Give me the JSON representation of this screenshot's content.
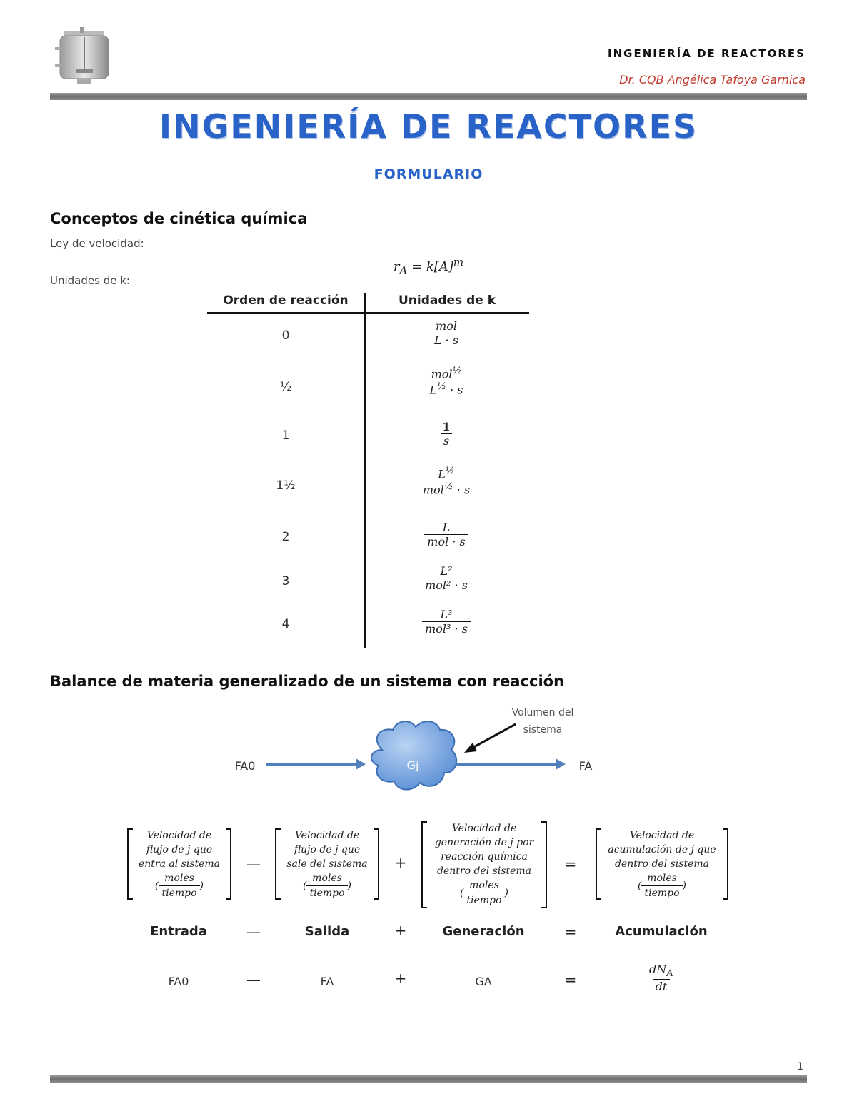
{
  "header": {
    "title": "INGENIERÍA DE REACTORES",
    "author": "Dr. CQB Angélica Tafoya Garnica"
  },
  "document": {
    "main_title": "INGENIERÍA DE REACTORES",
    "subtitle": "FORMULARIO"
  },
  "section1": {
    "heading": "Conceptos de cinética química",
    "law_label": "Ley de velocidad:",
    "rate_equation": "r_A = k[A]^m",
    "units_label": "Unidades de k:",
    "table": {
      "col1": "Orden de reacción",
      "col2": "Unidades de k",
      "rows": [
        {
          "order": "0",
          "num": "mol",
          "den": "L · s"
        },
        {
          "order": "½",
          "num": "mol^½",
          "den": "L^½ · s"
        },
        {
          "order": "1",
          "num": "1",
          "den": "s"
        },
        {
          "order": "1½",
          "num": "L^½",
          "den": "mol^½ · s"
        },
        {
          "order": "2",
          "num": "L",
          "den": "mol · s"
        },
        {
          "order": "3",
          "num": "L²",
          "den": "mol² · s"
        },
        {
          "order": "4",
          "num": "L³",
          "den": "mol³ · s"
        }
      ]
    }
  },
  "section2": {
    "heading": "Balance de materia generalizado de un sistema con reacción",
    "diagram": {
      "inlet": "FA0",
      "outlet": "FA",
      "generation": "Gj",
      "volume_label_1": "Volumen del",
      "volume_label_2": "sistema"
    },
    "balance_boxes": [
      {
        "lines": [
          "Velocidad de",
          "flujo de j que",
          "entra al sistema"
        ]
      },
      {
        "lines": [
          "Velocidad de",
          "flujo de j que",
          "sale del sistema"
        ]
      },
      {
        "lines": [
          "Velocidad de",
          "generación de j por",
          "reacción química",
          "dentro del sistema"
        ]
      },
      {
        "lines": [
          "Velocidad de",
          "acumulación de j que",
          "dentro del sistema"
        ]
      }
    ],
    "units_num": "moles",
    "units_den": "tiempo",
    "operators": {
      "minus": "—",
      "plus": "+",
      "equals": "="
    },
    "labels": {
      "entrada": "Entrada",
      "salida": "Salida",
      "generacion": "Generación",
      "acumulacion": "Acumulación"
    },
    "symbols": {
      "fa0": "FA0",
      "fa": "FA",
      "ga": "GA",
      "acc_num": "dN_A",
      "acc_den": "dt"
    }
  },
  "footer": {
    "page_number": "1"
  }
}
